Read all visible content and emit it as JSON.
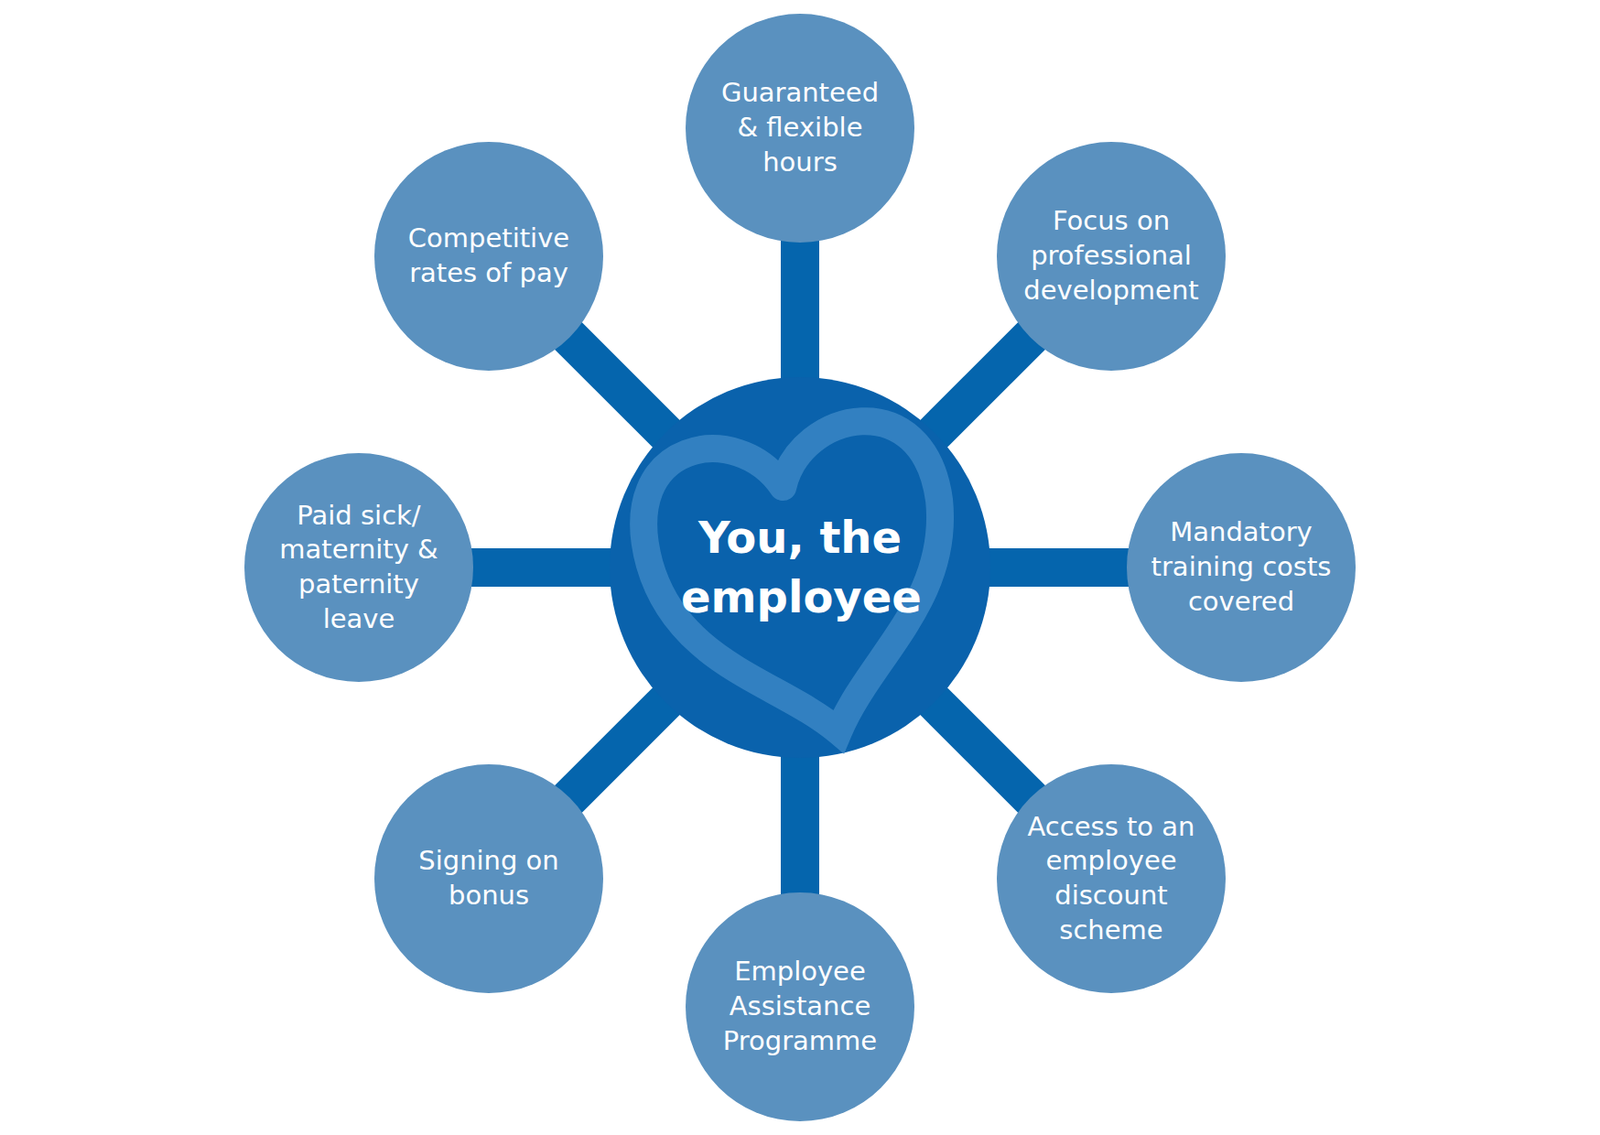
{
  "diagram": {
    "nodes": [
      {
        "text": [
          "You, the employee"
        ]
      },
      {
        "text": [
          "Guaranteed & flexible hours"
        ]
      },
      {
        "text": [
          "Focus on professional development"
        ]
      },
      {
        "text": [
          "Mandatory training costs covered"
        ]
      },
      {
        "text": [
          "Access to an employee discount scheme"
        ]
      },
      {
        "text": [
          "Employee Assistance Programme"
        ]
      },
      {
        "text": [
          "Signing on bonus"
        ]
      },
      {
        "text": [
          "Paid sick/ maternity & paternity leave"
        ]
      },
      {
        "text": [
          "Competitive rates of pay"
        ]
      }
    ],
    "edges": [
      {
        "from": 0,
        "to": 1,
        "arrow": "none"
      },
      {
        "from": 0,
        "to": 2,
        "arrow": "none"
      },
      {
        "from": 0,
        "to": 3,
        "arrow": "none"
      },
      {
        "from": 0,
        "to": 4,
        "arrow": "none"
      },
      {
        "from": 0,
        "to": 5,
        "arrow": "none"
      },
      {
        "from": 0,
        "to": 6,
        "arrow": "none"
      },
      {
        "from": 0,
        "to": 7,
        "arrow": "none"
      },
      {
        "from": 0,
        "to": 8,
        "arrow": "none"
      }
    ]
  }
}
